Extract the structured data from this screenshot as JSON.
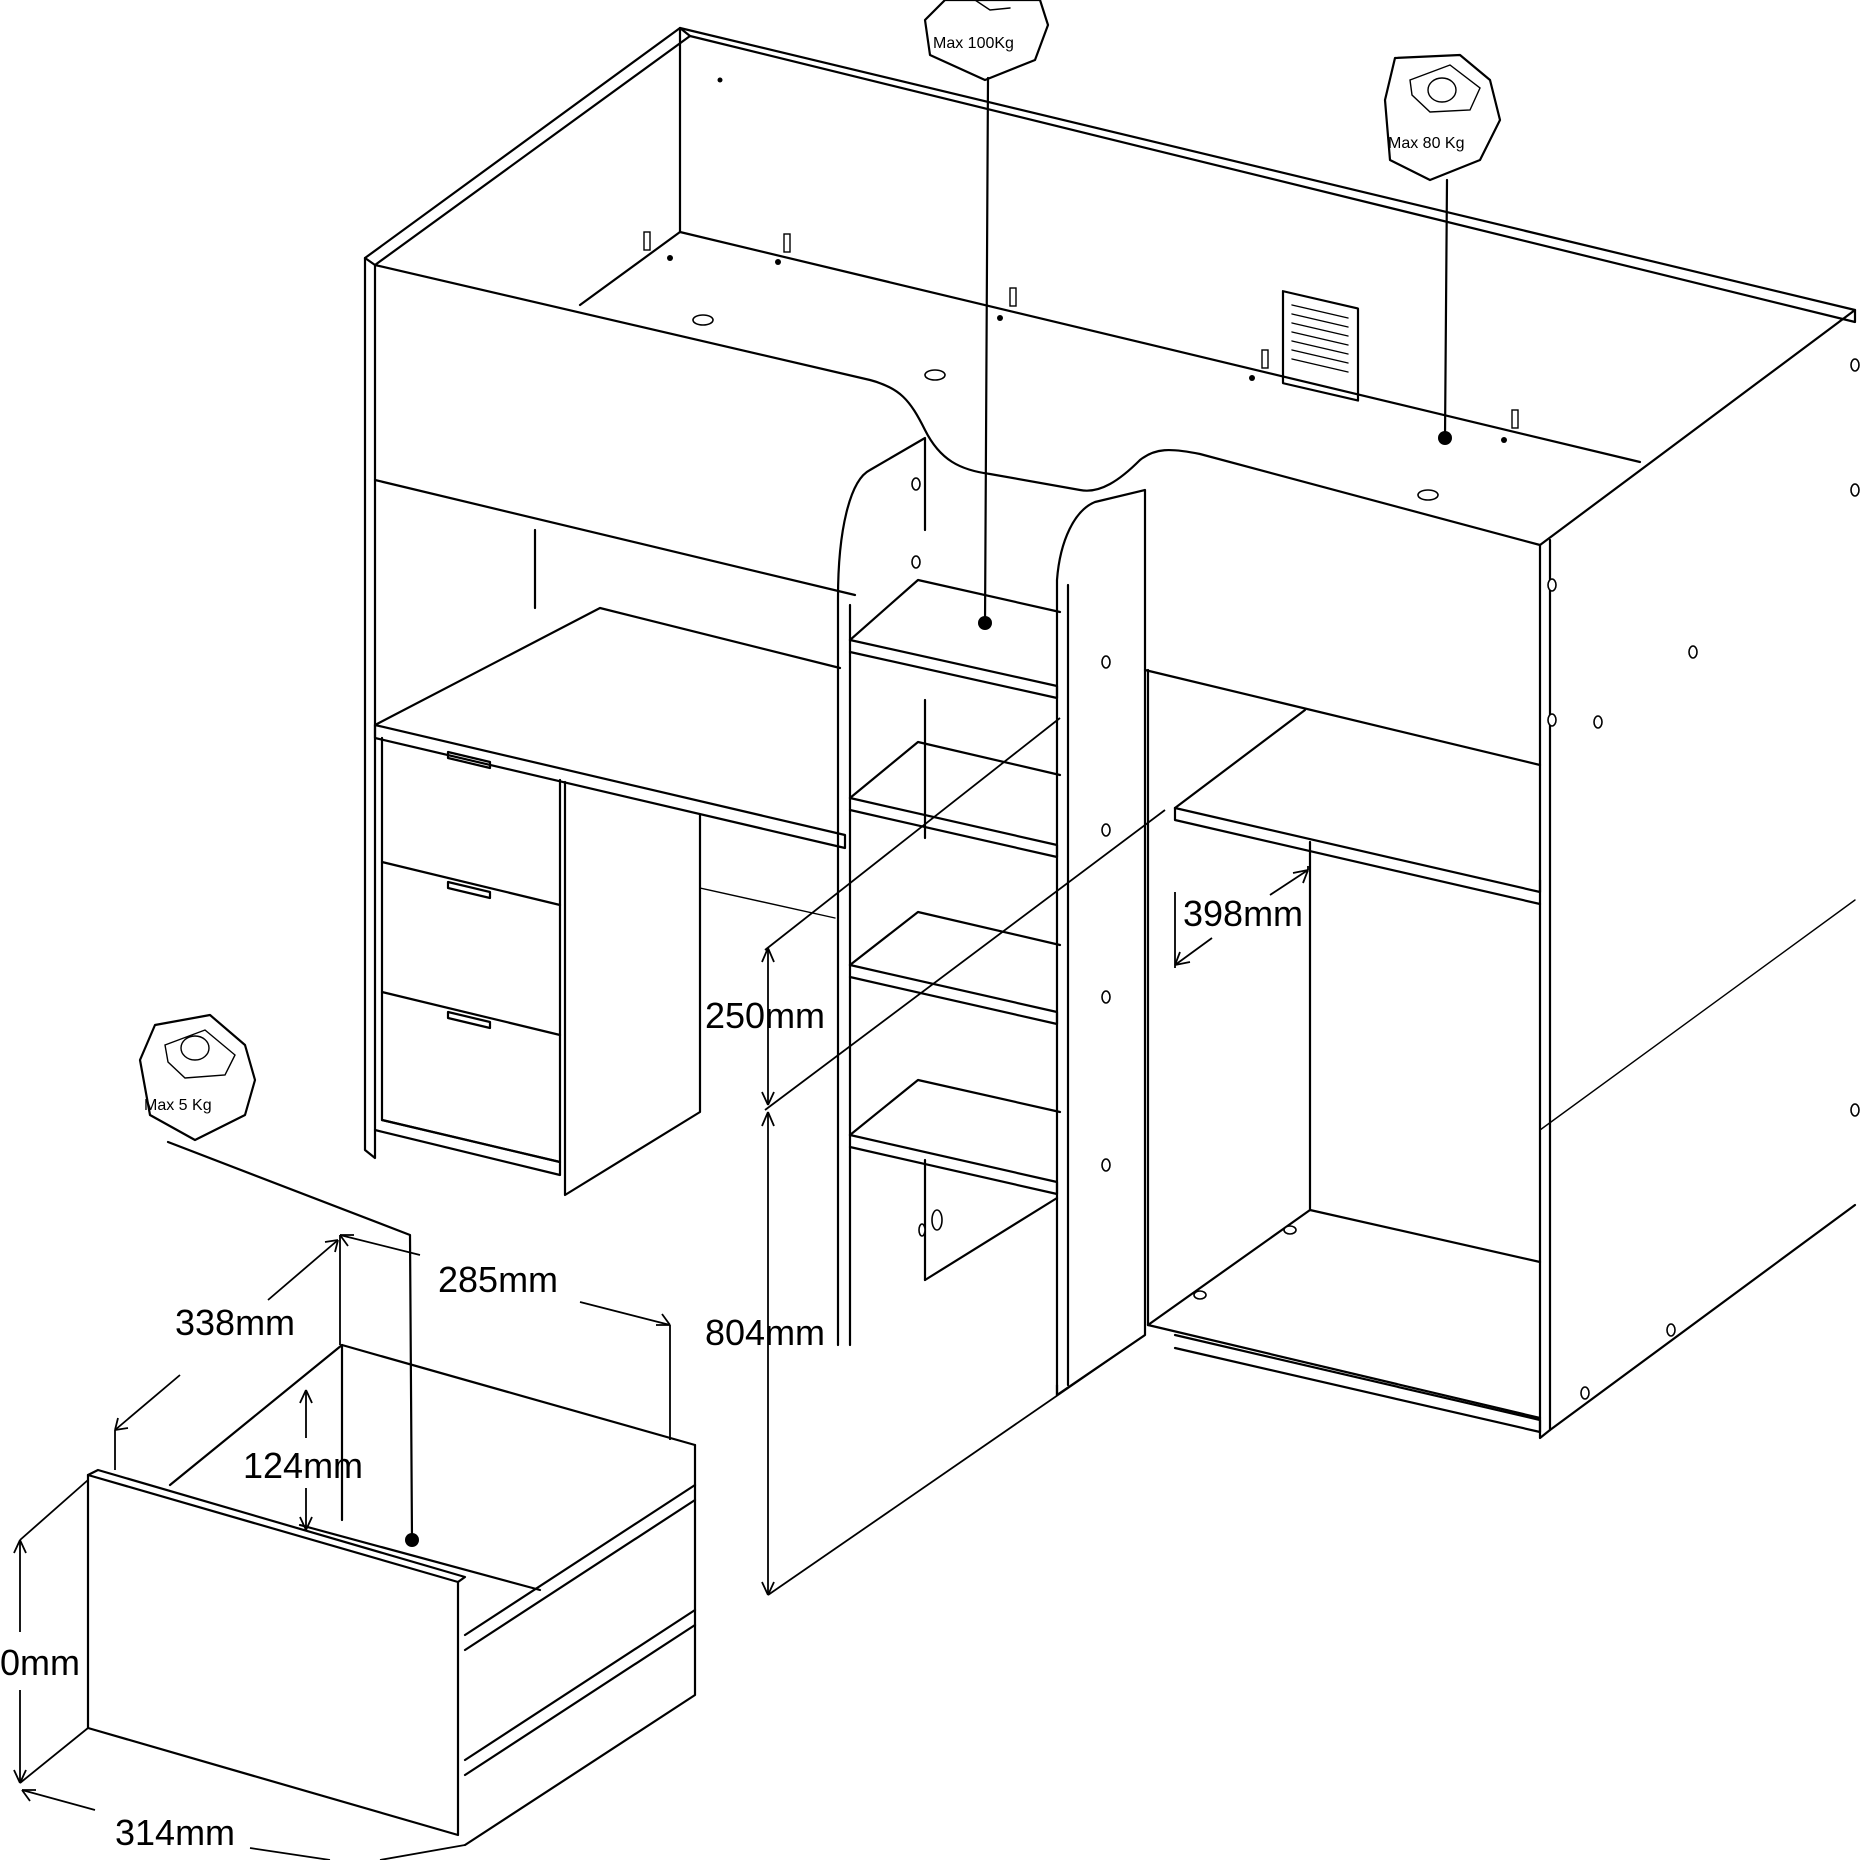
{
  "diagram": {
    "weight_badges": [
      {
        "id": "top-bed",
        "text": "Max 100Kg"
      },
      {
        "id": "right-bed",
        "text": "Max 80  Kg"
      },
      {
        "id": "drawer",
        "text": "Max 5    Kg"
      }
    ],
    "dimensions": {
      "shelf_spacing": "250mm",
      "cabinet_depth": "398mm",
      "desk_height": "804mm",
      "drawer_width": "285mm",
      "drawer_depth": "338mm",
      "drawer_inner_height": "124mm",
      "drawer_front_height": "0mm",
      "drawer_front_width": "314mm"
    }
  }
}
